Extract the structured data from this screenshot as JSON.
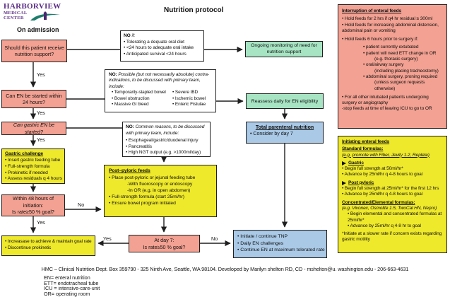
{
  "colors": {
    "salmon": "#F2A192",
    "yellow": "#EFE92B",
    "green": "#A7E4C3",
    "blue": "#A9C9E6",
    "logo_purple": "#5B2B86",
    "logo_teal": "#1B7D6B",
    "line": "#1f1f1f"
  },
  "header": {
    "logo_line1": "HARBORVIEW",
    "logo_line2": "MEDICAL",
    "logo_line3": "CENTER",
    "title": "Nutrition protocol",
    "admission_label": "On admission"
  },
  "labels": {
    "yes": "Yes",
    "no": "No"
  },
  "flow": {
    "q1": "Should this patient receive nutrition support?",
    "no1": {
      "bold": "NO",
      "italic": "if:",
      "bullets": [
        "Tolerating a dequate oral diet",
        "<24 hours to adequate oral intake",
        "Anticipated survival <24 hours"
      ]
    },
    "monitor": "Ongoing monitoring of need for nutrition support",
    "q2": "Can EN be started within 24 hours?",
    "no2": {
      "bold": "NO:",
      "italic": "Possible (but not necessarily absolute) contra-indications, to be discussed with primary team, include:",
      "col1": [
        "Temporarily-stapled bowel",
        "Bowel obstruction",
        "Massive GI bleed"
      ],
      "col2": [
        "Severe IBD",
        "Ischemic bowel",
        "Enteric Fistulae"
      ]
    },
    "reassess": "Reassess daily for EN eligibility",
    "q3": "Can gastric EN be started?",
    "no3": {
      "bold": "NO:",
      "italic": "Common reasons, to be discussed with primary team, include:",
      "bullets": [
        "Esophageal/gastric/duodenal injury",
        "Pancreatitis",
        "High NGT output (e.g. >1000ml/day)"
      ]
    },
    "tpn": {
      "title": "Total parenteral nutrition",
      "bullet": "Consider by day 7"
    },
    "gastric": {
      "title": "Gastric challenge",
      "bullets": [
        "Insert gastric feeding tube",
        "Full-strength formula",
        "Prokinetic if needed",
        "Assess residuals q 4 hours"
      ]
    },
    "postpyloric": {
      "title": "Post–pyloric feeds",
      "b1": "Place post-pyloric or jejunal feeding tube",
      "b1s1": "-With fluoroscopy or endoscopy",
      "b1s2": "-In OR (e.g. in open abdomen)",
      "b2": "Full-strength formula (start 25ml/hr)",
      "b3": "Ensure bowel program initiated"
    },
    "q4": {
      "line1": "Within 48 hours of initiation:",
      "line2": "Is rate≥50 % goal?"
    },
    "increase": {
      "bullets": [
        "Increasase to achieve & maintain goal rate",
        "Discontinue prokinetic"
      ]
    },
    "day7": {
      "line1": "At day 7:",
      "line2": "Is rate≥50 % goal?"
    },
    "tnp": {
      "bullets": [
        "Initiate / continue TNP",
        "Daily EN challenges",
        "Continue EN at maximum tolerated rate"
      ]
    }
  },
  "interrupt": {
    "title": "Interruption of enteral feeds",
    "b1": "Hold feeds for 2 hrs if q4 hr residual ≥ 300ml",
    "b2": "Hold feeds for increasing abdominal distension, abdominal pain or vomiting",
    "b3": "Hold feeds 6 hours prior to surgery if:",
    "s1": "patient currently extubated",
    "s2": "patient will need ETT change in OR",
    "s2n": "(e.g. thoracic surgery)",
    "s3": "oral/airway surgery",
    "s3n": "(including placing tracheostomy)",
    "s4": "abdominal surgery, proning required",
    "s4n": "(unless surgeon requests otherwise)",
    "b4": "For all other intubated patients undergoing surgery or angiography",
    "b4n": "-stop feeds at time of leaving ICU to go to OR"
  },
  "initiating": {
    "title": "Initiating enteral feeds",
    "standard_h": "Standard formulas:",
    "standard_eg": "(e.g. promote with Fiber, Jevity 1.2, Replete)",
    "gastric_h": "Gastric",
    "gastric_b": [
      "Begin full strength at 50ml/hr*",
      "Advance by 25ml/hr q 4-8 hours to goal"
    ],
    "pp_h": "Post pyloric",
    "pp_b": [
      "Begin full strength at 25ml/hr* for the first 12 hrs",
      "Advance by 25ml/hr q 4-8 hours to goal"
    ],
    "conc_h": "Concentrated/Elemental formulas:",
    "conc_eg": "(e.g. Vivonex, Osmolite 1.5, TwoCal HN, Nepro)",
    "conc_b": [
      "Begin elemental and concentrated formulas at 25ml/hr*",
      "Advance by 25ml/hr q 4-8 hr to goal"
    ],
    "footnote": "*Initiate at a slower rate if concern exists regarding gastric motility"
  },
  "footer": {
    "line": "HMC – Clinical Nutrition Dept. Box 359790 - 325 Ninth Ave, Seattle, WA 98104. Developed by Marilyn shelton RD, CD - mshelton@u. washington.edu - 206-663-4631",
    "legend": [
      "EN= enteral nutrition",
      "ETT= endotracheal tube",
      "ICU = intensive-care-unit",
      "OR= operating room"
    ]
  }
}
